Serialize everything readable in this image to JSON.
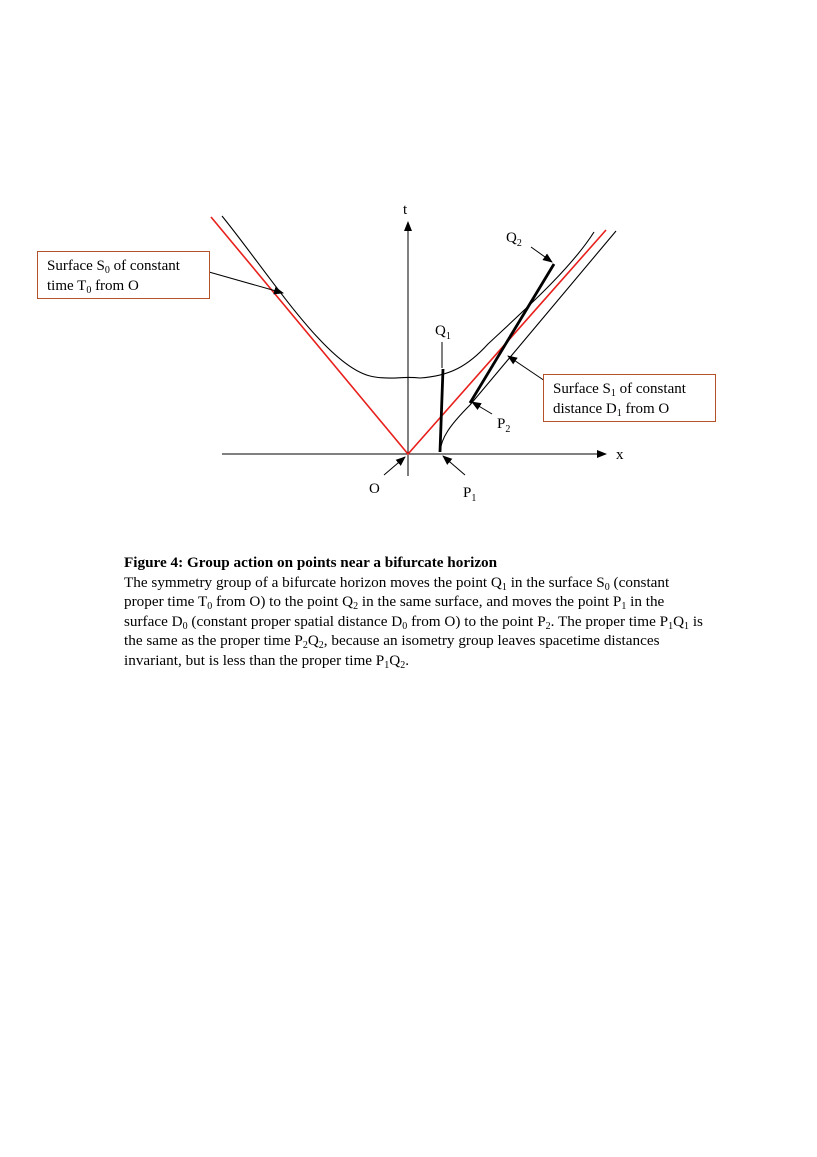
{
  "figure": {
    "axis_labels": {
      "t": "t",
      "x": "x"
    },
    "points": {
      "O": "O",
      "Q1": {
        "base": "Q",
        "sub": "1"
      },
      "Q2": {
        "base": "Q",
        "sub": "2"
      },
      "P1": {
        "base": "P",
        "sub": "1"
      },
      "P2": {
        "base": "P",
        "sub": "2"
      }
    },
    "callout_s0": {
      "line1": [
        "Surface S",
        "0",
        " of constant"
      ],
      "line2": [
        "time T",
        "0",
        " from O"
      ]
    },
    "callout_s1": {
      "line1": [
        "Surface S",
        "1",
        " of constant"
      ],
      "line2": [
        "distance D",
        "1",
        " from O"
      ]
    },
    "colors": {
      "horizon": "#e8201c",
      "curve": "#000000",
      "box_border": "#b4532a"
    }
  },
  "caption": {
    "title": "Figure 4: Group action on points near a bifurcate horizon",
    "body": [
      "The symmetry group of a bifurcate horizon moves the point Q",
      "1",
      " in the surface S",
      "0",
      " (constant proper time T",
      "0",
      " from O) to the point Q",
      "2",
      " in the same surface, and moves the point P",
      "1",
      " in the surface D",
      "0",
      " (constant proper spatial distance D",
      "0",
      " from O) to the point P",
      "2",
      ". The proper time P",
      "1",
      "Q",
      "1",
      " is the same as the proper time P",
      "2",
      "Q",
      "2",
      ", because an isometry group leaves spacetime distances invariant, but is less than the proper time P",
      "1",
      "Q",
      "2",
      "."
    ]
  }
}
